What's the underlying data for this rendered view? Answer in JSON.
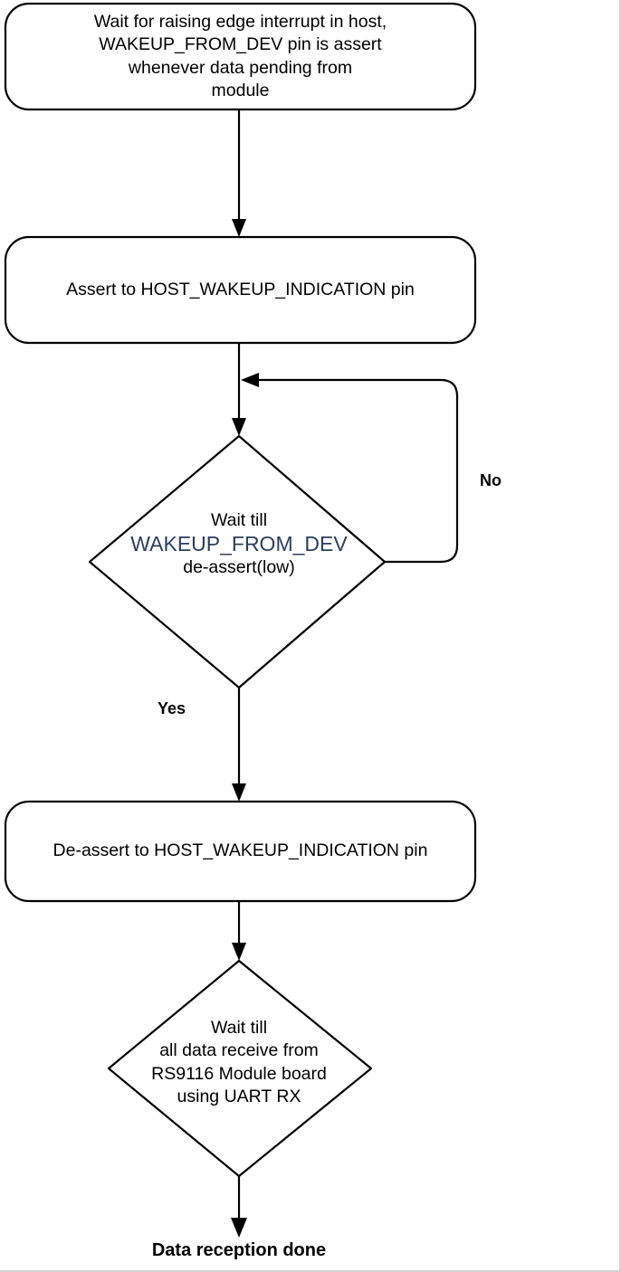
{
  "diagram": {
    "type": "flowchart",
    "title": "",
    "background_color": "#ffffff",
    "stroke_color": "#000000",
    "accent_color": "#2b3f5e",
    "nodes": [
      {
        "id": "n1",
        "shape": "rounded-rectangle",
        "lines": [
          "Wait for raising edge interrupt in host,",
          "WAKEUP_FROM_DEV pin is assert",
          "whenever data pending from",
          "module"
        ]
      },
      {
        "id": "n2",
        "shape": "rounded-rectangle",
        "lines": [
          "Assert to HOST_WAKEUP_INDICATION pin"
        ]
      },
      {
        "id": "d1",
        "shape": "diamond",
        "lines": [
          "Wait till",
          "WAKEUP_FROM_DEV",
          "de-assert(low)"
        ],
        "accent_line_index": 1
      },
      {
        "id": "n3",
        "shape": "rounded-rectangle",
        "lines": [
          "De-assert to HOST_WAKEUP_INDICATION pin"
        ]
      },
      {
        "id": "d2",
        "shape": "diamond",
        "lines": [
          "Wait till",
          "all data receive from",
          "RS9116 Module board",
          "using UART RX"
        ]
      },
      {
        "id": "end",
        "shape": "label",
        "lines": [
          "Data reception done"
        ]
      }
    ],
    "edge_labels": {
      "no": "No",
      "yes": "Yes"
    }
  }
}
